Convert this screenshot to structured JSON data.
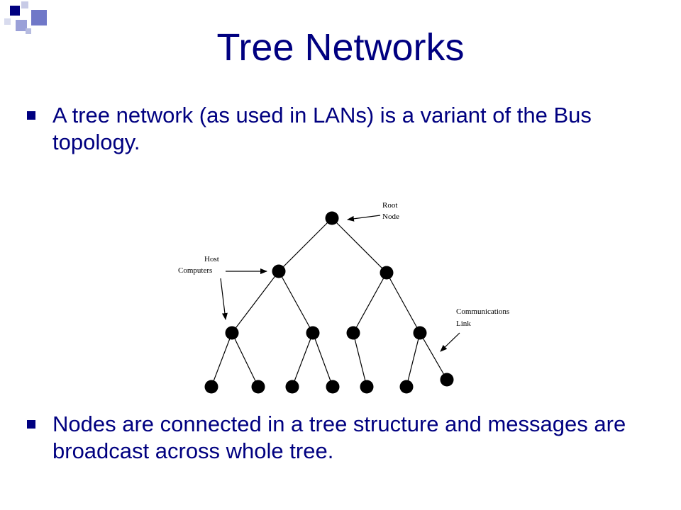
{
  "slide": {
    "title": "Tree Networks",
    "bullets": [
      {
        "text": "A tree network (as used in LANs) is a variant of the Bus topology."
      },
      {
        "text": "Nodes are connected in a tree structure and messages are broadcast across whole tree."
      }
    ]
  },
  "diagram": {
    "labels": {
      "root_line1": "Root",
      "root_line2": "Node",
      "host_line1": "Host",
      "host_line2": "Computers",
      "link_line1": "Communications",
      "link_line2": "Link"
    }
  },
  "colors": {
    "title": "#000080",
    "text": "#000080",
    "accent_squares": [
      "#000080",
      "#6670c4",
      "#c8cbe6"
    ]
  }
}
